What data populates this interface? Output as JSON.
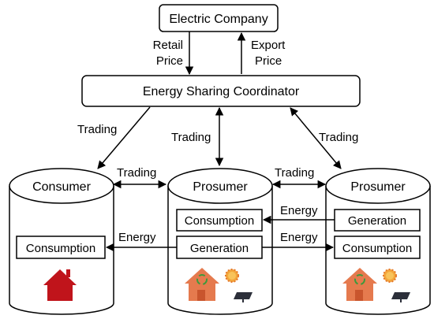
{
  "company": {
    "label": "Electric Company"
  },
  "prices": {
    "retail_1": "Retail",
    "retail_2": "Price",
    "export_1": "Export",
    "export_2": "Price"
  },
  "coordinator": {
    "label": "Energy Sharing Coordinator"
  },
  "trading": {
    "left": "Trading",
    "center": "Trading",
    "right": "Trading",
    "consumer_prosumer": "Trading",
    "prosumer_prosumer": "Trading"
  },
  "energy": {
    "upper": "Energy",
    "lower": "Energy",
    "left": "Energy"
  },
  "nodes": {
    "consumer": {
      "title": "Consumer",
      "box": "Consumption"
    },
    "prosumer_mid": {
      "title": "Prosumer",
      "box_top": "Consumption",
      "box_bottom": "Generation"
    },
    "prosumer_right": {
      "title": "Prosumer",
      "box_top": "Generation",
      "box_bottom": "Consumption"
    }
  },
  "icons": [
    "house-icon",
    "recycle-icon",
    "sun-icon",
    "solar-panel-icon"
  ],
  "colors": {
    "consumer_house": "#c0141b",
    "prosumer_house": "#e57a4e",
    "sun": "#f3a63b",
    "panel": "#2c2f3a"
  }
}
